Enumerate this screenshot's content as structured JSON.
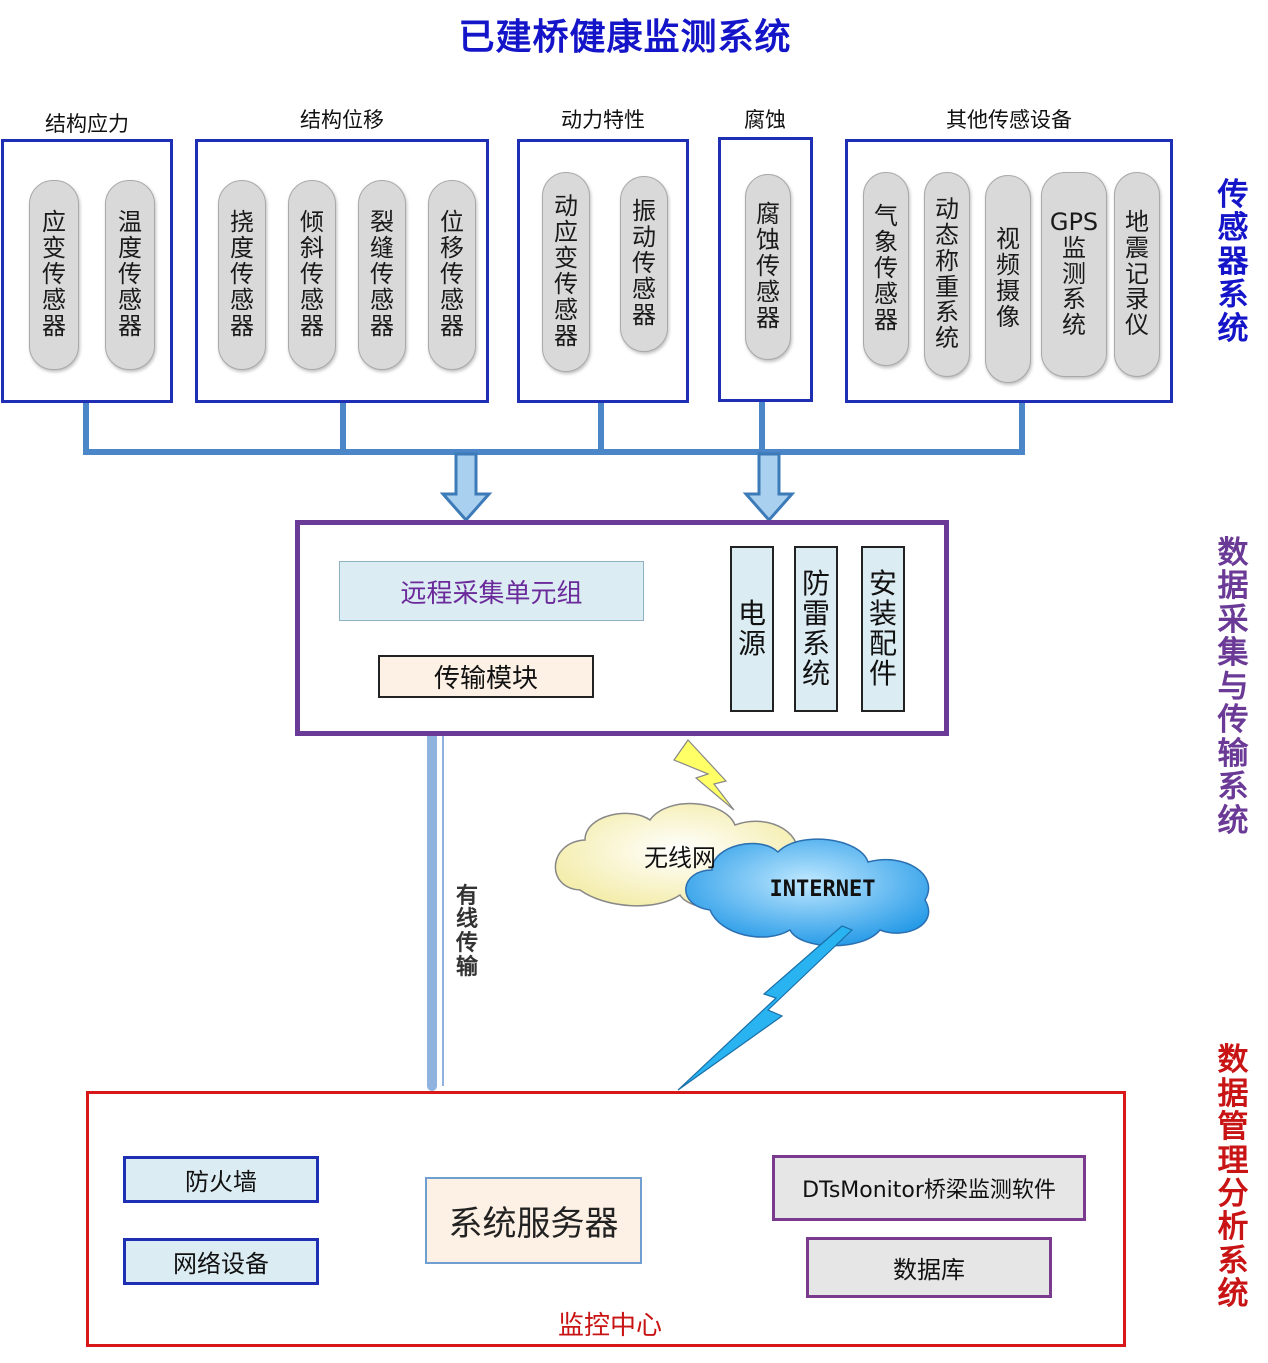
{
  "title": "已建桥健康监测系统",
  "sensor_groups": [
    {
      "label": "结构应力",
      "items": [
        [
          "应",
          "变",
          "传",
          "感",
          "器"
        ],
        [
          "温",
          "度",
          "传",
          "感",
          "器"
        ]
      ]
    },
    {
      "label": "结构位移",
      "items": [
        [
          "挠",
          "度",
          "传",
          "感",
          "器"
        ],
        [
          "倾",
          "斜",
          "传",
          "感",
          "器"
        ],
        [
          "裂",
          "缝",
          "传",
          "感",
          "器"
        ],
        [
          "位",
          "移",
          "传",
          "感",
          "器"
        ]
      ]
    },
    {
      "label": "动力特性",
      "items": [
        [
          "动",
          "应",
          "变",
          "传",
          "感",
          "器"
        ],
        [
          "振",
          "动",
          "传",
          "感",
          "器"
        ]
      ]
    },
    {
      "label": "腐蚀",
      "items": [
        [
          "腐",
          "蚀",
          "传",
          "感",
          "器"
        ]
      ]
    },
    {
      "label": "其他传感设备",
      "items": [
        [
          "气",
          "象",
          "传",
          "感",
          "器"
        ],
        [
          "动",
          "态",
          "称",
          "重",
          "系",
          "统"
        ],
        [
          "视",
          "频",
          "摄",
          "像"
        ],
        [
          "GPS",
          "监",
          "测",
          "系",
          "统"
        ],
        [
          "地",
          "震",
          "记",
          "录",
          "仪"
        ]
      ]
    }
  ],
  "side_labels": {
    "sensor": [
      "传",
      "感",
      "器",
      "系",
      "统"
    ],
    "daq": [
      "数",
      "据",
      "采",
      "集",
      "与",
      "传",
      "输",
      "系",
      "统"
    ],
    "mgmt": [
      "数",
      "据",
      "管",
      "理",
      "分",
      "析",
      "系",
      "统"
    ]
  },
  "daq": {
    "collect": "远程采集单元组",
    "transmit": "传输模块",
    "power": [
      "电",
      "源"
    ],
    "lightning": [
      "防",
      "雷",
      "系",
      "统"
    ],
    "install": [
      "安",
      "装",
      "配",
      "件"
    ]
  },
  "network": {
    "wired": [
      "有",
      "线",
      "传",
      "输"
    ],
    "wireless": "无线网",
    "internet": "INTERNET"
  },
  "center": {
    "label": "监控中心",
    "firewall": "防火墙",
    "network_device": "网络设备",
    "server": "系统服务器",
    "software": "DTsMonitor桥梁监测软件",
    "database": "数据库"
  },
  "colors": {
    "title": "#1414c8",
    "sensor_label": "#1414c8",
    "daq_label": "#6a3a96",
    "mgmt_label": "#c81414",
    "sensor_border": "#1f2fb4",
    "daq_border": "#6a3a96",
    "center_border": "#d81818",
    "bus_line": "#4a86c8"
  }
}
